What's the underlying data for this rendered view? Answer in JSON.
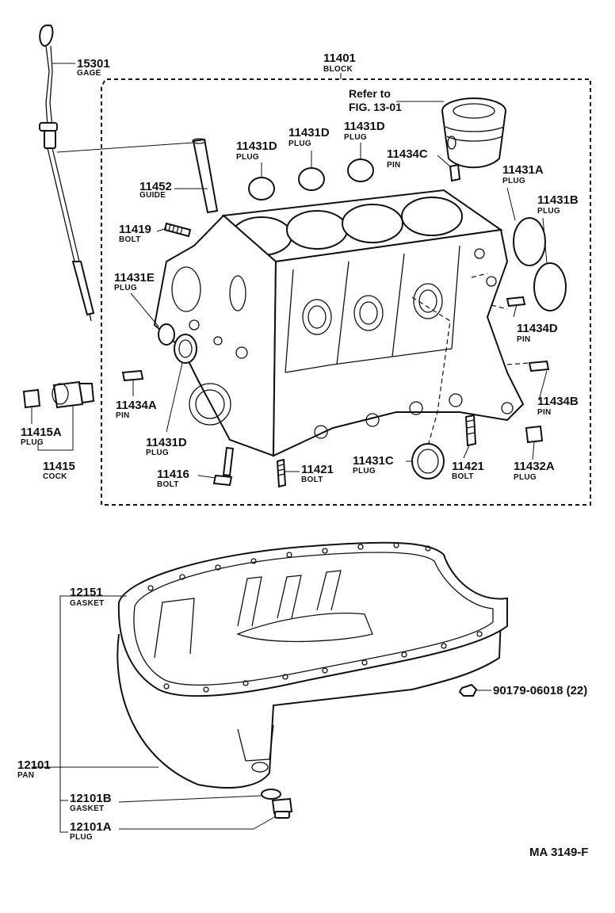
{
  "labels": {
    "l15301": {
      "num": "15301",
      "sub": "GAGE"
    },
    "l11401": {
      "num": "11401",
      "sub": "BLOCK"
    },
    "l11431D_a": {
      "num": "11431D",
      "sub": "PLUG"
    },
    "l11431D_b": {
      "num": "11431D",
      "sub": "PLUG"
    },
    "l11431D_c": {
      "num": "11431D",
      "sub": "PLUG"
    },
    "l11434C": {
      "num": "11434C",
      "sub": "PIN"
    },
    "l11452": {
      "num": "11452",
      "sub": "GUIDE"
    },
    "l11419": {
      "num": "11419",
      "sub": "BOLT"
    },
    "l11431A": {
      "num": "11431A",
      "sub": "PLUG"
    },
    "l11431B": {
      "num": "11431B",
      "sub": "PLUG"
    },
    "l11431E": {
      "num": "11431E",
      "sub": "PLUG"
    },
    "l11434D": {
      "num": "11434D",
      "sub": "PIN"
    },
    "l11434A": {
      "num": "11434A",
      "sub": "PIN"
    },
    "l11434B": {
      "num": "11434B",
      "sub": "PIN"
    },
    "l11415A": {
      "num": "11415A",
      "sub": "PLUG"
    },
    "l11415": {
      "num": "11415",
      "sub": "COCK"
    },
    "l11431D_d": {
      "num": "11431D",
      "sub": "PLUG"
    },
    "l11416": {
      "num": "11416",
      "sub": "BOLT"
    },
    "l11421_a": {
      "num": "11421",
      "sub": "BOLT"
    },
    "l11431C": {
      "num": "11431C",
      "sub": "PLUG"
    },
    "l11421_b": {
      "num": "11421",
      "sub": "BOLT"
    },
    "l11432A": {
      "num": "11432A",
      "sub": "PLUG"
    },
    "l12151": {
      "num": "12151",
      "sub": "GASKET"
    },
    "l90179": {
      "num": "90179-06018 (22)"
    },
    "l12101": {
      "num": "12101",
      "sub": "PAN"
    },
    "l12101B": {
      "num": "12101B",
      "sub": "GASKET"
    },
    "l12101A": {
      "num": "12101A",
      "sub": "PLUG"
    }
  },
  "refer": {
    "line1": "Refer to",
    "line2": "FIG. 13-01"
  },
  "figure_code": "MA  3149-F"
}
